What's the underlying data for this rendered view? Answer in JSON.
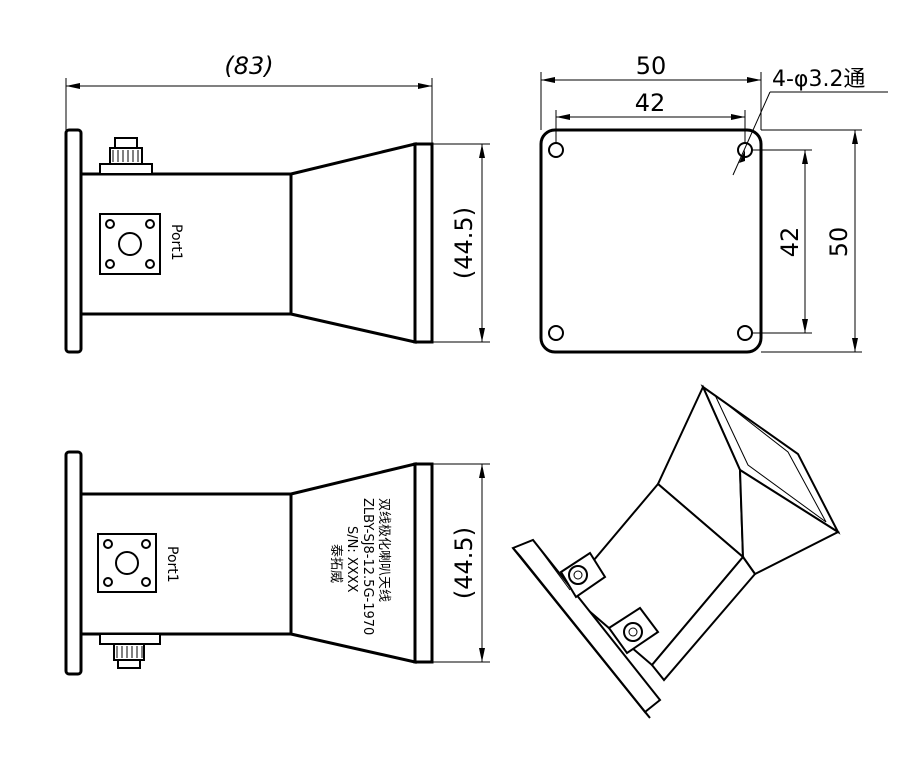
{
  "drawing": {
    "side_view_top": {
      "width_dim": "(83)",
      "aperture_dim": "(44.5)",
      "port_label": "Port1"
    },
    "end_view": {
      "outer_width_dim": "50",
      "hole_spacing_width_dim": "42",
      "hole_note": "4-φ3.2通",
      "hole_spacing_height_dim": "42",
      "outer_height_dim": "50"
    },
    "side_view_bottom": {
      "aperture_dim": "(44.5)",
      "port_label": "Port1",
      "nameplate": {
        "line1": "双线极化喇叭天线",
        "line2": "ZLBY-SJ8-12.5G-1970",
        "line3": "S/N: XXXX",
        "line4": "泰拓威"
      }
    },
    "iso_view": {
      "description_icons": [
        "connector-icon",
        "connector-icon"
      ]
    }
  }
}
